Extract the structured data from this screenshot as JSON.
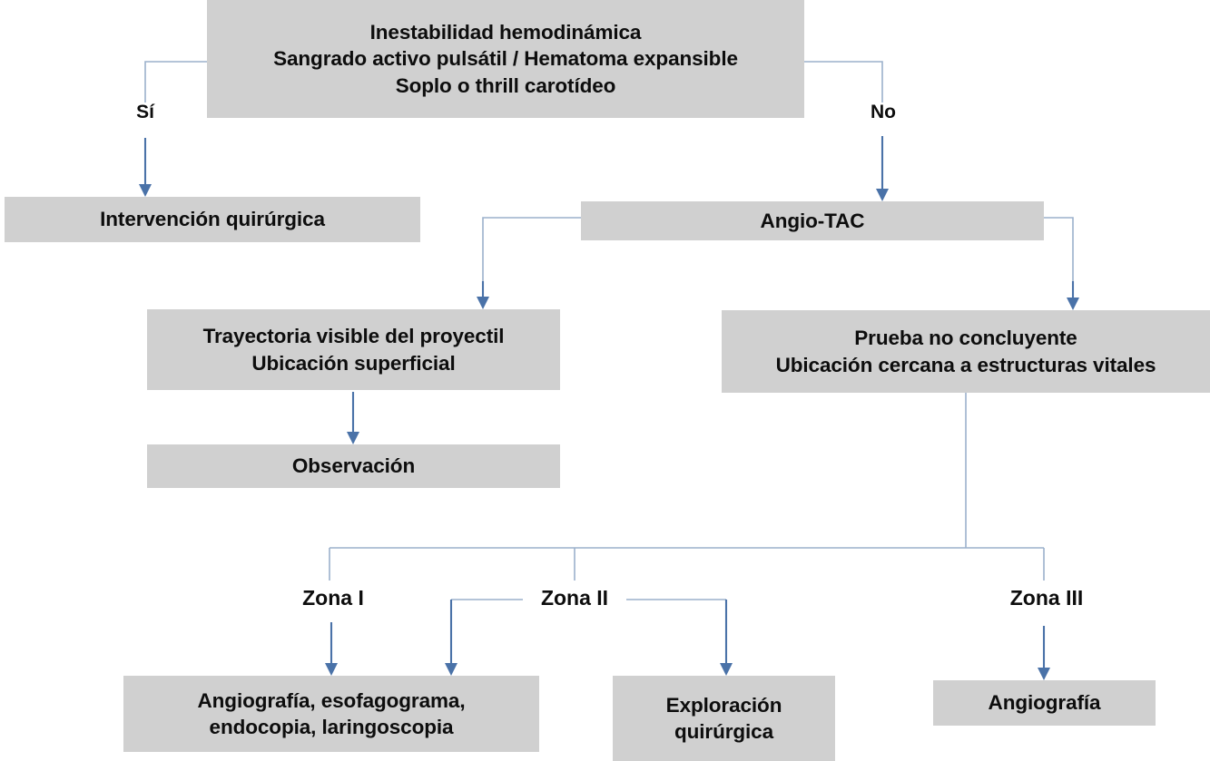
{
  "diagram": {
    "title": "Algoritmo de manejo de trauma penetrante de cuello",
    "language": "es",
    "colors": {
      "node_fill": "#d0d0d0",
      "node_text": "#0d0d0d",
      "connector_line": "#9bb0cb",
      "arrow": "#4a72a8",
      "background": "#ffffff"
    },
    "nodes": {
      "root": {
        "line1": "Inestabilidad hemodinámica",
        "line2": "Sangrado activo pulsátil / Hematoma expansible",
        "line3": "Soplo o thrill carotídeo"
      },
      "surgery": {
        "line1": "Intervención quirúrgica"
      },
      "angio_tac": {
        "line1": "Angio-TAC"
      },
      "trajectory": {
        "line1": "Trayectoria visible del proyectil",
        "line2": "Ubicación superficial"
      },
      "observation": {
        "line1": "Observación"
      },
      "inconclusive": {
        "line1": "Prueba no concluyente",
        "line2": "Ubicación cercana a estructuras vitales"
      },
      "zone1_outcome": {
        "line1": "Angiografía, esofagograma,",
        "line2": "endocopia, laringoscopia"
      },
      "zone2_outcome": {
        "line1": "Exploración",
        "line2": "quirúrgica"
      },
      "zone3_outcome": {
        "line1": "Angiografía"
      }
    },
    "edge_labels": {
      "yes": "Sí",
      "no": "No",
      "zone1": "Zona I",
      "zone2": "Zona II",
      "zone3": "Zona III"
    }
  }
}
